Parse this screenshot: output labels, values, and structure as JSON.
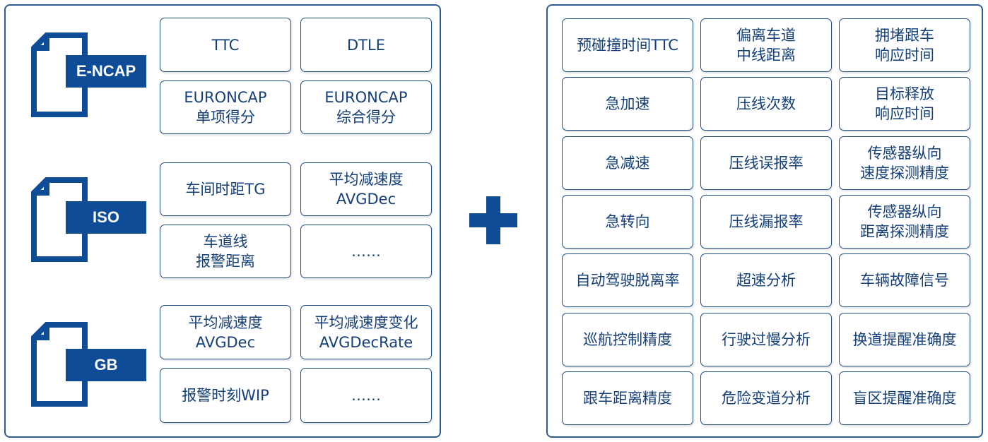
{
  "standards": [
    {
      "label": "E-NCAP",
      "items": [
        "TTC",
        "DTLE",
        "EURONCAP\n单项得分",
        "EURONCAP\n综合得分"
      ]
    },
    {
      "label": "ISO",
      "items": [
        "车间时距TG",
        "平均减速度\nAVGDec",
        "车道线\n报警距离",
        "……"
      ]
    },
    {
      "label": "GB",
      "items": [
        "平均减速度\nAVGDec",
        "平均减速度变化\nAVGDecRate",
        "报警时刻WIP",
        "……"
      ]
    }
  ],
  "metrics": [
    [
      "预碰撞时间TTC",
      "偏离车道\n中线距离",
      "拥堵跟车\n响应时间"
    ],
    [
      "急加速",
      "压线次数",
      "目标释放\n响应时间"
    ],
    [
      "急减速",
      "压线误报率",
      "传感器纵向\n速度探测精度"
    ],
    [
      "急转向",
      "压线漏报率",
      "传感器纵向\n距离探测精度"
    ],
    [
      "自动驾驶脱离率",
      "超速分析",
      "车辆故障信号"
    ],
    [
      "巡航控制精度",
      "行驶过慢分析",
      "换道提醒准确度"
    ],
    [
      "跟车距离精度",
      "危险变道分析",
      "盲区提醒准确度"
    ]
  ],
  "colors": {
    "accent": "#0f4c98",
    "border": "#1f4f86",
    "text": "#143f79"
  }
}
